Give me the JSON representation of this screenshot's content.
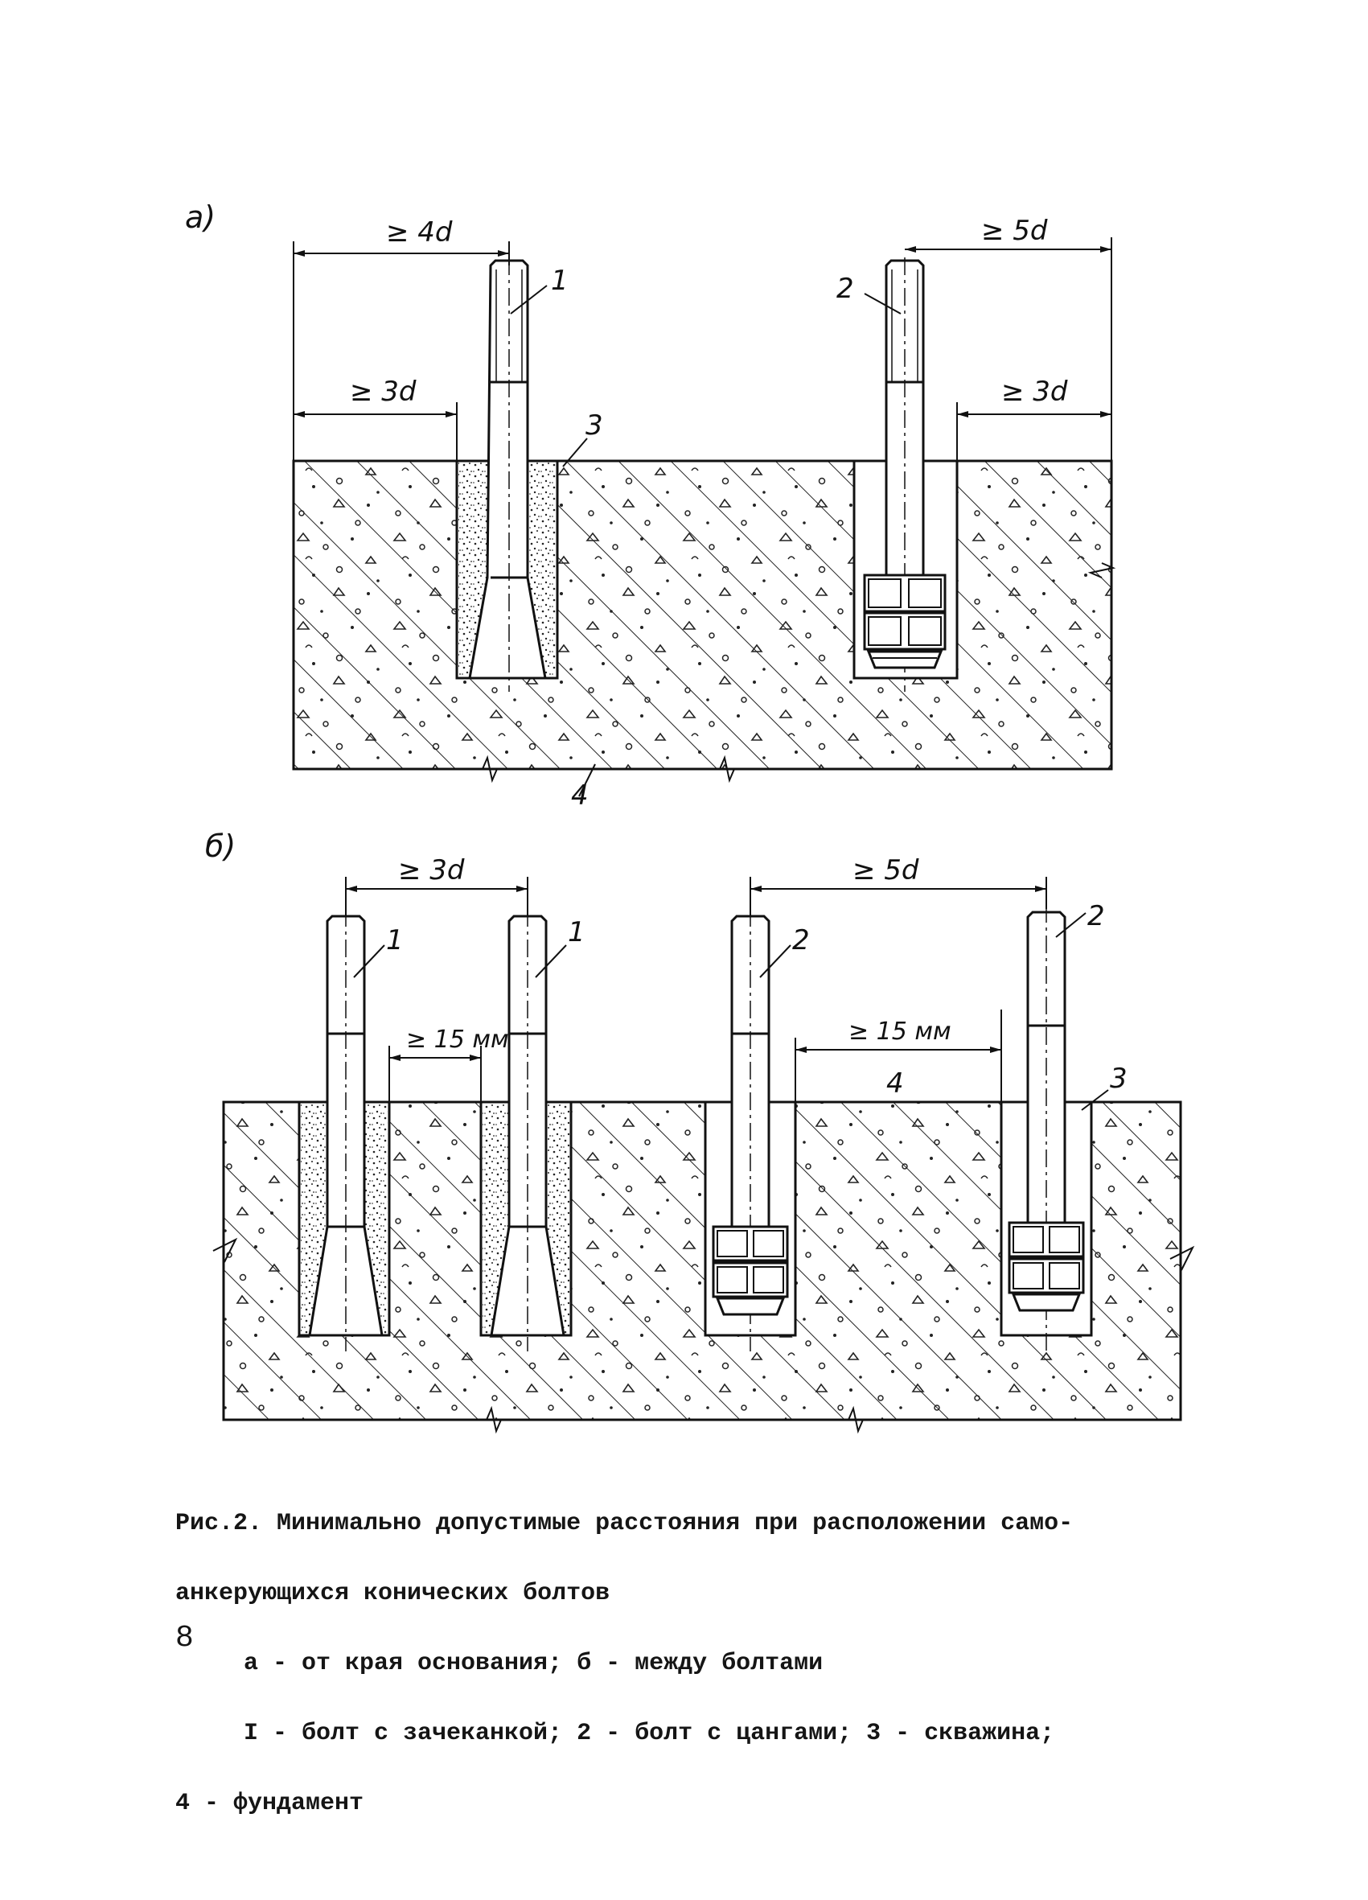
{
  "figure_a": {
    "panel_label": "а)",
    "dim_top_left": "≥ 4d",
    "dim_mid_left": "≥ 3d",
    "dim_top_right": "≥ 5d",
    "dim_mid_right": "≥ 3d",
    "callout_bolt_1": "1",
    "callout_bolt_2": "2",
    "callout_hole": "3",
    "callout_foundation": "4"
  },
  "figure_b": {
    "panel_label": "б)",
    "dim_top_left": "≥ 3d",
    "dim_gap_left": "≥ 15 мм",
    "dim_top_right": "≥ 5d",
    "dim_gap_right": "≥ 15 мм",
    "callout_bolt_1a": "1",
    "callout_bolt_1b": "1",
    "callout_bolt_2a": "2",
    "callout_bolt_2b": "2",
    "callout_foundation": "4",
    "callout_hole": "3"
  },
  "caption": {
    "line1": "Рис.2. Минимально допустимые расстояния при расположении само-",
    "line2": "анкерующихся конических болтов",
    "line3": "а - от края основания; б - между болтами",
    "line4": "I - болт с зачеканкой; 2 - болт с цангами; 3 - скважина;",
    "line5": "4 - фундамент"
  },
  "page_number": "8"
}
